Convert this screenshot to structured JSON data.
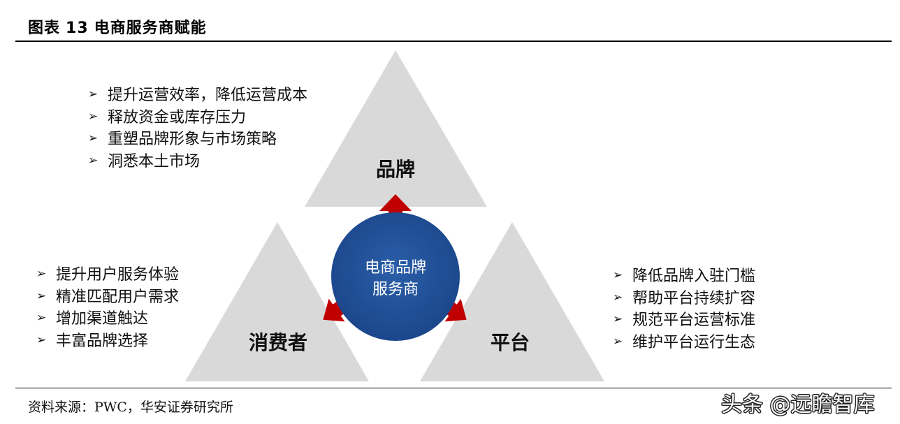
{
  "header": {
    "label": "图表",
    "number": "13",
    "title": "电商服务商赋能"
  },
  "diagram": {
    "center": {
      "line1": "电商品牌",
      "line2": "服务商",
      "color": "#1f4e95"
    },
    "nodes": {
      "brand": {
        "label": "品牌",
        "bullets": [
          "提升运营效率，降低运营成本",
          "释放资金或库存压力",
          "重塑品牌形象与市场策略",
          "洞悉本土市场"
        ]
      },
      "consumer": {
        "label": "消费者",
        "bullets": [
          "提升用户服务体验",
          "精准匹配用户需求",
          "增加渠道触达",
          "丰富品牌选择"
        ]
      },
      "platform": {
        "label": "平台",
        "bullets": [
          "降低品牌入驻门槛",
          "帮助平台持续扩容",
          "规范平台运营标准",
          "维护平台运行生态"
        ]
      }
    },
    "arrow_color": "#c00000",
    "triangle_color": "#d9d9d9"
  },
  "source": "资料来源：PWC，华安证券研究所",
  "watermark": "头条 @远瞻智库"
}
